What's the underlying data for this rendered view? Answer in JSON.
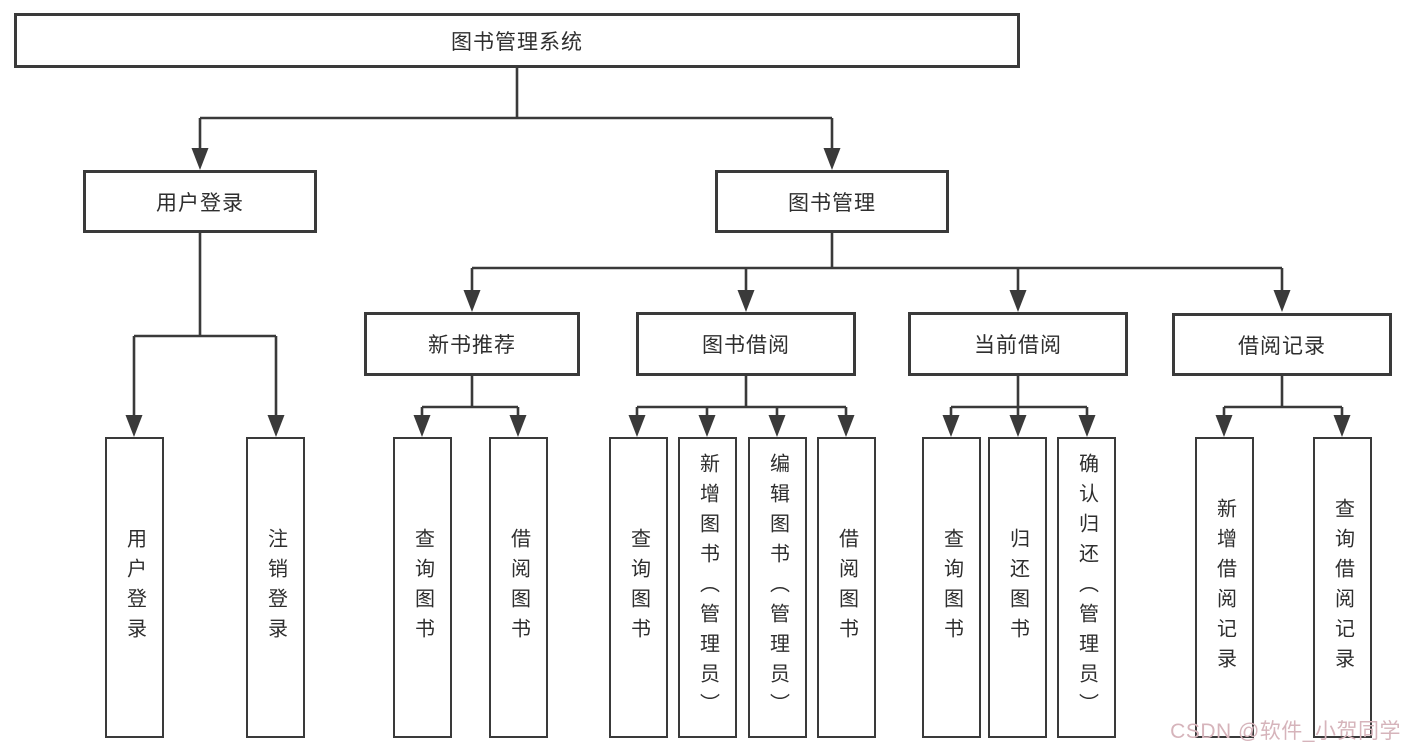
{
  "diagram": {
    "root": {
      "label": "图书管理系统"
    },
    "level2": {
      "user_login": {
        "label": "用户登录"
      },
      "book_management": {
        "label": "图书管理"
      }
    },
    "level3": {
      "new_book_recommend": {
        "label": "新书推荐"
      },
      "book_borrow": {
        "label": "图书借阅"
      },
      "current_borrow": {
        "label": "当前借阅"
      },
      "borrow_records": {
        "label": "借阅记录"
      }
    },
    "leaves": {
      "user_login": {
        "label": "用户登录"
      },
      "logout_login": {
        "label": "注销登录"
      },
      "query_books_recommend": {
        "label": "查询图书"
      },
      "borrow_books_recommend": {
        "label": "借阅图书"
      },
      "query_books_borrow": {
        "label": "查询图书"
      },
      "add_books_admin": {
        "label": "新增图书（管理员）"
      },
      "edit_books_admin": {
        "label": "编辑图书（管理员）"
      },
      "borrow_books": {
        "label": "借阅图书"
      },
      "query_books_current": {
        "label": "查询图书"
      },
      "return_books": {
        "label": "归还图书"
      },
      "confirm_return_admin": {
        "label": "确认归还（管理员）"
      },
      "add_borrow_record": {
        "label": "新增借阅记录"
      },
      "query_borrow_record": {
        "label": "查询借阅记录"
      }
    },
    "watermark": {
      "text": "CSDN @软件_小贺同学"
    },
    "colors": {
      "line": "#3a3a3a",
      "box_border": "#3a3a3a",
      "text": "#2e2e2e",
      "watermark": "#d6b4bb",
      "background": "#ffffff"
    }
  }
}
